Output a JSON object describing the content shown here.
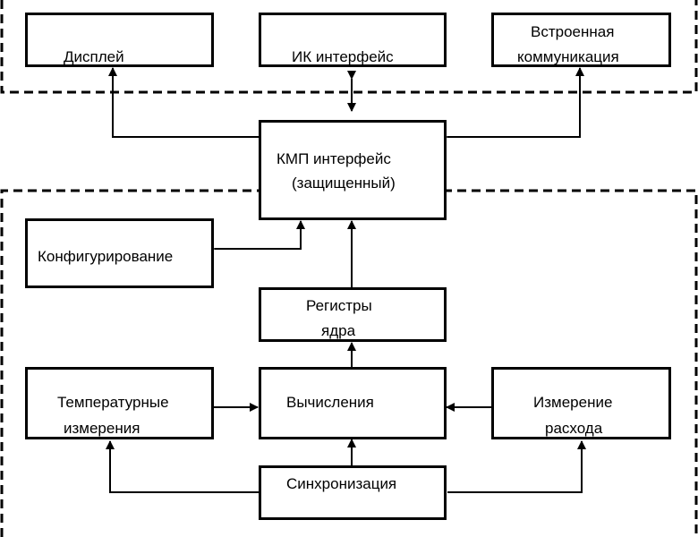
{
  "diagram": {
    "regions": [
      {
        "id": "external",
        "label": ""
      },
      {
        "id": "internal",
        "label": ""
      }
    ],
    "blocks": {
      "display": {
        "label": "Дисплей"
      },
      "ir_interface": {
        "label": "ИК интерфейс"
      },
      "builtin_comm": {
        "line1": "Встроенная",
        "line2": "коммуникация"
      },
      "kmp_interface": {
        "line1": "КМП интерфейс",
        "line2": "(защищенный)"
      },
      "configuration": {
        "label": "Конфигурирование"
      },
      "core_registers": {
        "line1": "Регистры",
        "line2": "ядра"
      },
      "temp_measurements": {
        "line1": "Температурные",
        "line2": "измерения"
      },
      "computations": {
        "label": "Вычисления"
      },
      "flow_measurement": {
        "line1": "Измерение",
        "line2": "расхода"
      },
      "synchronization": {
        "label": "Синхронизация"
      }
    },
    "connections": [
      {
        "from": "КМП интерфейс",
        "to": "Дисплей",
        "type": "arrow"
      },
      {
        "from": "КМП интерфейс",
        "to": "ИК интерфейс",
        "type": "bidirectional"
      },
      {
        "from": "КМП интерфейс",
        "to": "Встроенная коммуникация",
        "type": "bidirectional"
      },
      {
        "from": "Конфигурирование",
        "to": "КМП интерфейс",
        "type": "bidirectional"
      },
      {
        "from": "Регистры ядра",
        "to": "КМП интерфейс",
        "type": "arrow"
      },
      {
        "from": "Вычисления",
        "to": "Регистры ядра",
        "type": "arrow"
      },
      {
        "from": "Температурные измерения",
        "to": "Вычисления",
        "type": "arrow"
      },
      {
        "from": "Измерение расхода",
        "to": "Вычисления",
        "type": "arrow"
      },
      {
        "from": "Синхронизация",
        "to": "Вычисления",
        "type": "arrow"
      },
      {
        "from": "Синхронизация",
        "to": "Температурные измерения",
        "type": "arrow"
      },
      {
        "from": "Синхронизация",
        "to": "Измерение расхода",
        "type": "arrow"
      }
    ]
  }
}
